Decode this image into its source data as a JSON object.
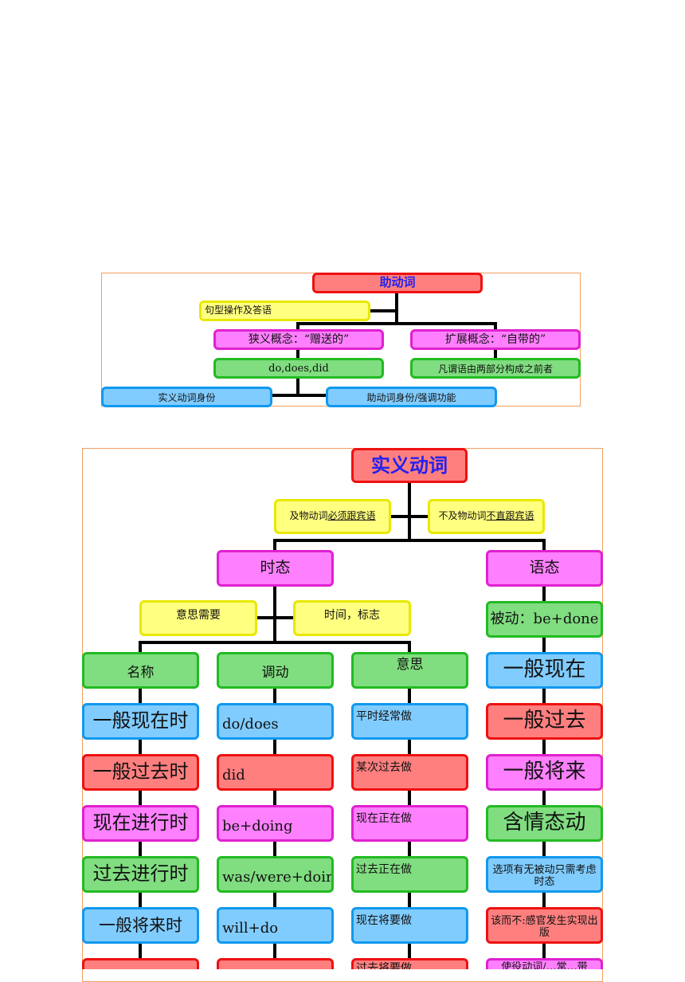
{
  "diagram1": {
    "root": "助动词",
    "note": "句型操作及答语",
    "narrow": "狭义概念：“赠送的”",
    "extended": "扩展概念：“自带的”",
    "forms": "do,does,did",
    "predicate": "凡谓语由两部分构成之前者",
    "real_verb_identity": "实义动词身份",
    "aux_identity": "助动词身份/强调功能"
  },
  "diagram2": {
    "root": "实义动词",
    "transitive": {
      "prefix": "及物动词",
      "underlined": "必须跟宾语"
    },
    "intransitive": {
      "prefix": "不及物动词",
      "underlined": "不直跟宾语"
    },
    "tense": "时态",
    "voice": "语态",
    "meaning_need": "意思需要",
    "time_markers": "时间，标志",
    "passive": "被动：be+done",
    "col_name": "名称",
    "col_predicate": "调动",
    "col_meaning": "意思",
    "names": [
      "一般现在时",
      "一般过去时",
      "现在进行时",
      "过去进行时",
      "一般将来时",
      ""
    ],
    "forms": [
      "do/does",
      "did",
      "be+doing",
      "was/were+doing",
      "will+do",
      ""
    ],
    "meanings": [
      "平时经常做",
      "某次过去做",
      "现在正在做",
      "过去正在做",
      "现在将要做",
      "过去将要做"
    ],
    "voice_items": [
      "一般现在",
      "一般过去",
      "一般将来",
      "含情态动",
      "选项有无被动只需考虑时态",
      "该而不:感官发生实现出版",
      "使役动词/…常…带"
    ]
  }
}
